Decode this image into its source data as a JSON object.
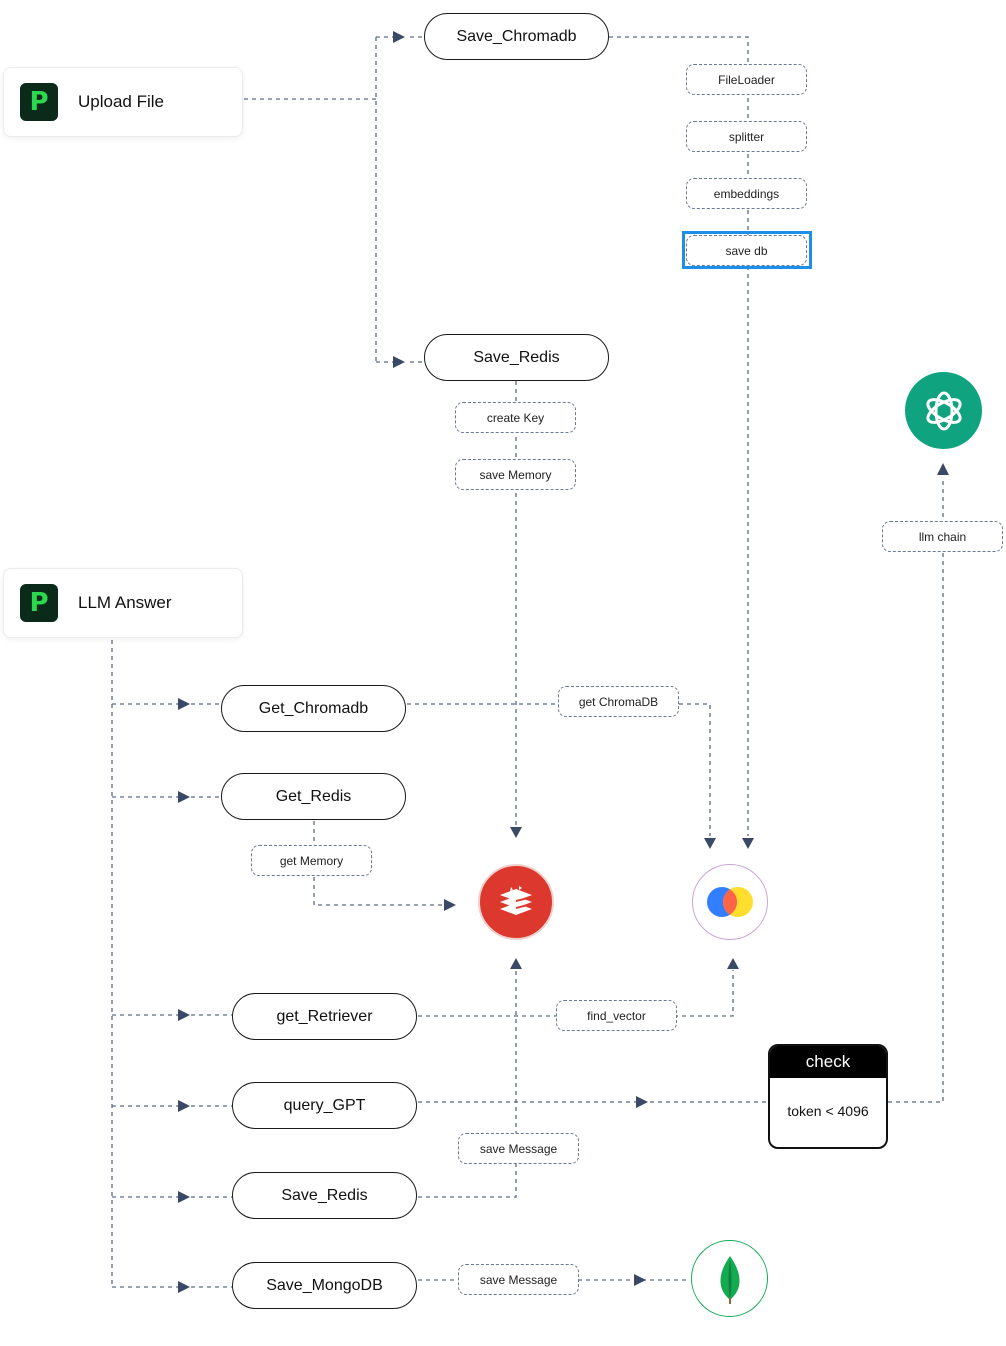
{
  "nodes": {
    "upload_file": {
      "label": "Upload File",
      "logo_letter": "P"
    },
    "llm_answer": {
      "label": "LLM Answer",
      "logo_letter": "P"
    },
    "save_chromadb": {
      "label": "Save_Chromadb"
    },
    "save_redis_top": {
      "label": "Save_Redis"
    },
    "get_chromadb": {
      "label": "Get_Chromadb"
    },
    "get_redis": {
      "label": "Get_Redis"
    },
    "get_retriever": {
      "label": "get_Retriever"
    },
    "query_gpt": {
      "label": "query_GPT"
    },
    "save_redis_bottom": {
      "label": "Save_Redis"
    },
    "save_mongodb": {
      "label": "Save_MongoDB"
    }
  },
  "tags": {
    "fileloader": "FileLoader",
    "splitter": "splitter",
    "embeddings": "embeddings",
    "save_db": "save db",
    "create_key": "create Key",
    "save_memory": "save Memory",
    "llm_chain": "llm chain",
    "get_chromadb": "get ChromaDB",
    "get_memory": "get Memory",
    "find_vector": "find_vector",
    "save_message_redis": "save Message",
    "save_message_mongo": "save Message"
  },
  "check": {
    "title": "check",
    "condition": "token < 4096"
  },
  "icons": {
    "openai": "openai-logo-icon",
    "redis": "redis-logo-icon",
    "chroma": "chromadb-logo-icon",
    "mongodb": "mongodb-leaf-icon",
    "app_logo": "p-app-logo-icon"
  },
  "colors": {
    "edge": "#5b6a86",
    "highlight": "#1e8fe6",
    "openai": "#10a37f",
    "redis": "#dc382d",
    "mongodb": "#13aa52"
  }
}
